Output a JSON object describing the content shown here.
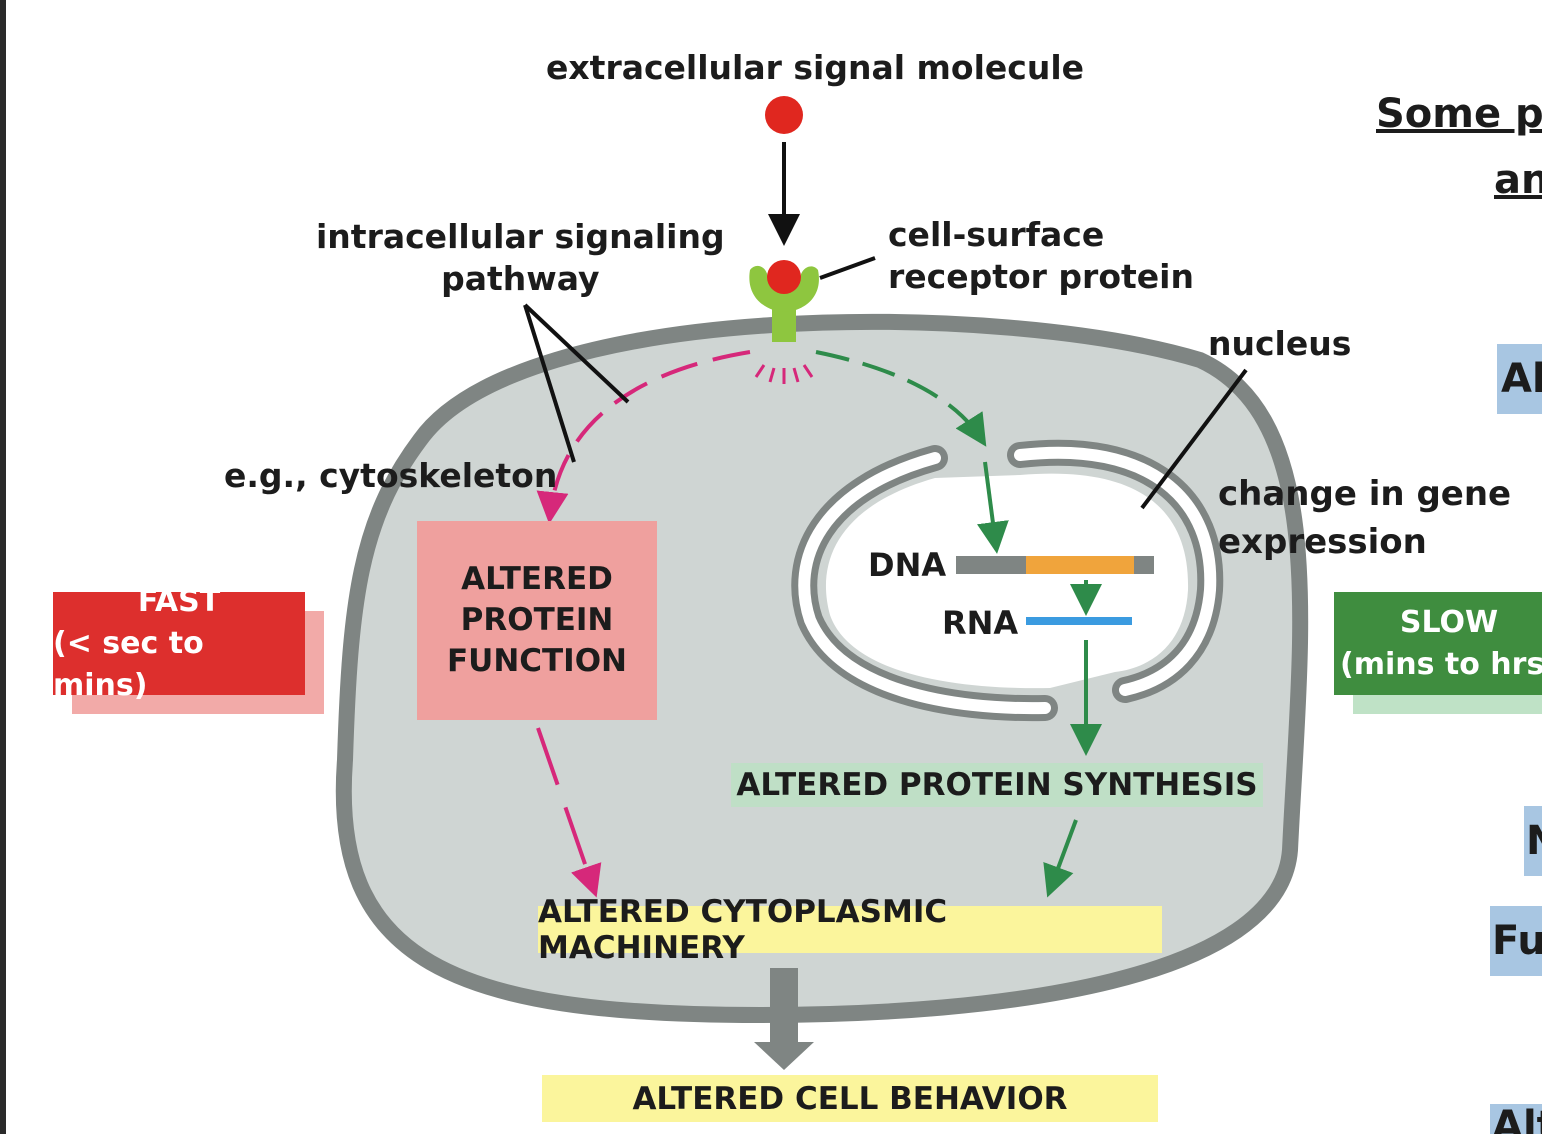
{
  "labels": {
    "extracellular": "extracellular signal molecule",
    "intracellular_line1": "intracellular signaling",
    "intracellular_line2": "pathway",
    "receptor_line1": "cell-surface",
    "receptor_line2": "receptor protein",
    "nucleus": "nucleus",
    "cytoskeleton": "e.g., cytoskeleton",
    "gene_line1": "change in gene",
    "gene_line2": "expression",
    "dna": "DNA",
    "rna": "RNA"
  },
  "boxes": {
    "fast_line1": "FAST",
    "fast_line2": "(< sec to mins)",
    "slow_line1": "SLOW",
    "slow_line2": "(mins to hrs)",
    "apf_line1": "ALTERED",
    "apf_line2": "PROTEIN",
    "apf_line3": "FUNCTION",
    "aps": "ALTERED PROTEIN SYNTHESIS",
    "acm": "ALTERED CYTOPLASMIC MACHINERY",
    "acb": "ALTERED CELL BEHAVIOR"
  },
  "side_panel": {
    "title_line1": "Some p",
    "title_line2": "an",
    "item1": "Al",
    "item2": "N",
    "item3": "Fu",
    "item4": "Alt"
  },
  "colors": {
    "fast_path": "#d6287a",
    "slow_path": "#2e8b4a",
    "signal": "#e0271f",
    "receptor": "#8ec63f",
    "cell_fill": "#cfd5d3",
    "membrane": "#7f8583"
  }
}
